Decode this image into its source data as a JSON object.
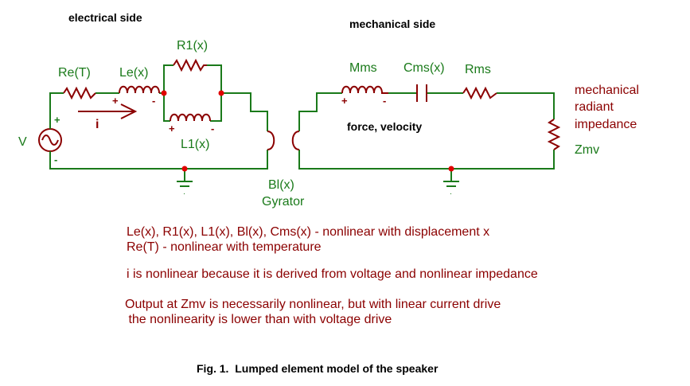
{
  "headings": {
    "electrical": "electrical side",
    "mechanical": "mechanical side"
  },
  "components": {
    "re": "Re(T)",
    "le": "Le(x)",
    "r1": "R1(x)",
    "l1": "L1(x)",
    "source": "V",
    "current": "i",
    "gyrator_value": "Bl(x)",
    "gyrator_name": "Gyrator",
    "mms": "Mms",
    "cms": "Cms(x)",
    "rms": "Rms",
    "force_velocity": "force, velocity",
    "radiant_line1": "mechanical",
    "radiant_line2": "radiant",
    "radiant_line3": "impedance",
    "zmv": "Zmv"
  },
  "polarity": {
    "plus": "+",
    "minus": "-"
  },
  "notes": [
    "Le(x), R1(x), L1(x), Bl(x), Cms(x) - nonlinear with displacement x",
    "Re(T) - nonlinear with temperature",
    "i is nonlinear because it is derived from voltage and nonlinear impedance",
    "Output at Zmv is necessarily nonlinear, but with linear current drive",
    " the nonlinearity is lower than with voltage drive"
  ],
  "caption": "Fig. 1.  Lumped element model of the speaker",
  "colors": {
    "wire": "#1a7a1a",
    "component": "#8b0000",
    "node": "#e00000",
    "text_red": "#8b0000",
    "text_green": "#1a7a1a"
  }
}
